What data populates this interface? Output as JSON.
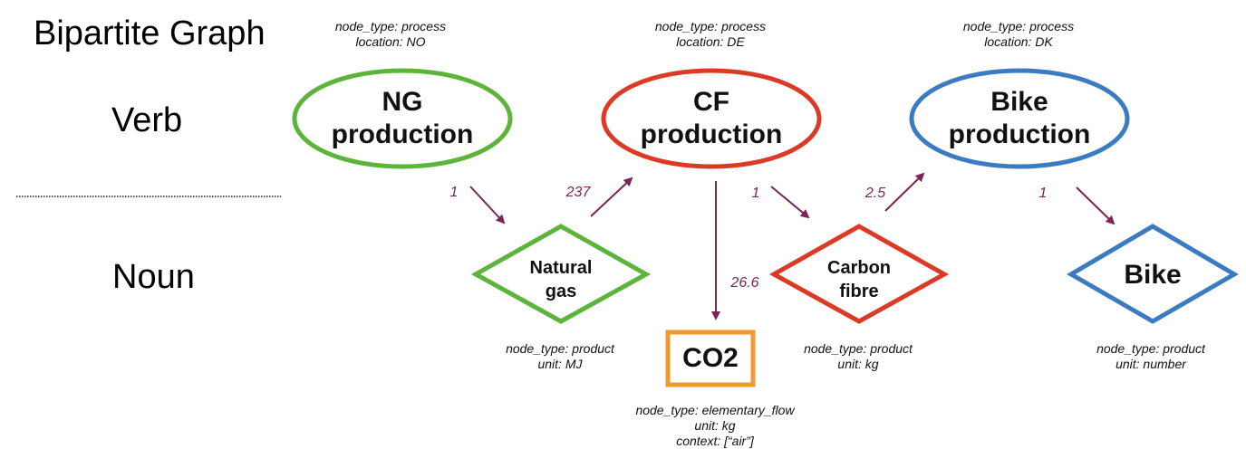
{
  "title": "Bipartite Graph",
  "rows": {
    "verb": "Verb",
    "noun": "Noun"
  },
  "colors": {
    "green": "#5cb53a",
    "red": "#db3b26",
    "blue": "#3b7bc1",
    "orange": "#f09a2e",
    "edge": "#7a2459"
  },
  "processes": [
    {
      "id": "ng",
      "line1": "NG",
      "line2": "production",
      "meta1": "node_type: process",
      "meta2": "location: NO"
    },
    {
      "id": "cf",
      "line1": "CF",
      "line2": "production",
      "meta1": "node_type: process",
      "meta2": "location: DE"
    },
    {
      "id": "bike",
      "line1": "Bike",
      "line2": "production",
      "meta1": "node_type: process",
      "meta2": "location: DK"
    }
  ],
  "products": [
    {
      "id": "natural-gas",
      "line1": "Natural",
      "line2": "gas",
      "meta1": "node_type: product",
      "meta2": "unit: MJ"
    },
    {
      "id": "carbon-fibre",
      "line1": "Carbon",
      "line2": "fibre",
      "meta1": "node_type: product",
      "meta2": "unit: kg"
    },
    {
      "id": "bike",
      "line1": "Bike",
      "meta1": "node_type: product",
      "meta2": "unit: number"
    }
  ],
  "flow": {
    "label": "CO2",
    "meta1": "node_type: elementary_flow",
    "meta2": "unit: kg",
    "meta3": "context: [“air”]"
  },
  "edges": [
    {
      "from": "NG production",
      "to": "Natural gas",
      "label": "1"
    },
    {
      "from": "Natural gas",
      "to": "CF production",
      "label": "237"
    },
    {
      "from": "CF production",
      "to": "CO2",
      "label": "26.6"
    },
    {
      "from": "CF production",
      "to": "Carbon fibre",
      "label": "1"
    },
    {
      "from": "Carbon fibre",
      "to": "Bike production",
      "label": "2.5"
    },
    {
      "from": "Bike production",
      "to": "Bike",
      "label": "1"
    }
  ]
}
